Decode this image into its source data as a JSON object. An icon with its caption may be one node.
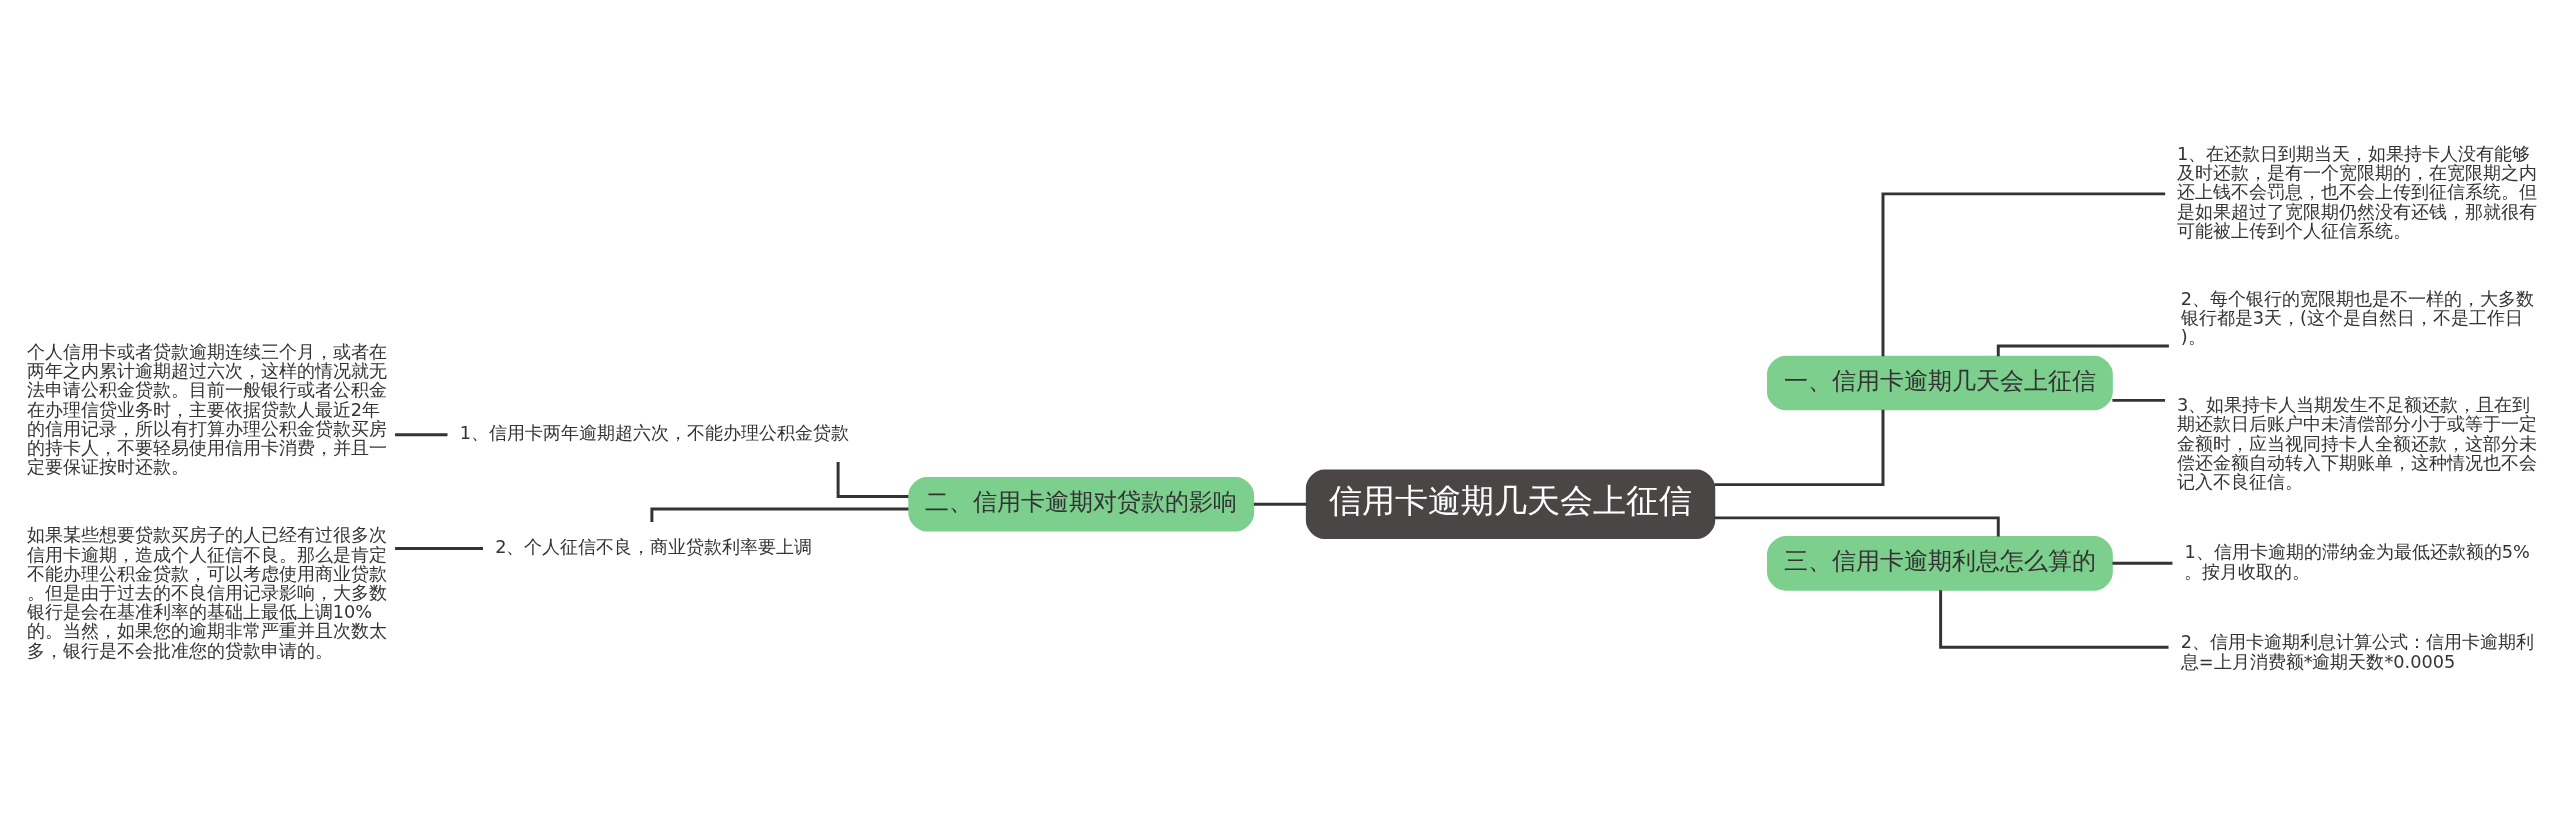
{
  "diagram": {
    "nodes": [
      {
        "text": [
          "信用卡逾期几天会上征信"
        ]
      },
      {
        "text": [
          "一、信用卡逾期几天会上征信"
        ]
      },
      {
        "text": [
          "1、在还款日到期当天，如果持卡人没有能够及时还款，是有一个宽限期的，在宽限期之内还上钱不会罚息，也不会上传到征信系统。但是如果超过了宽限期仍然没有还钱，那就很有可能被上传到个人征信系统。"
        ]
      },
      {
        "text": [
          "2、每个银行的宽限期也是不一样的，大多数银行都是3天，(这个是自然日，不是工作日)。"
        ]
      },
      {
        "text": [
          "3、如果持卡人当期发生不足额还款，且在到期还款日后账户中未清偿部分小于或等于一定金额时，应当视同持卡人全额还款，这部分未偿还金额自动转入下期账单，这种情况也不会记入不良征信。"
        ]
      },
      {
        "text": [
          "三、信用卡逾期利息怎么算的"
        ]
      },
      {
        "text": [
          "1、信用卡逾期的滞纳金为最低还款额的5%。按月收取的。"
        ]
      },
      {
        "text": [
          "2、信用卡逾期利息计算公式：信用卡逾期利息=上月消费额*逾期天数*0.0005"
        ]
      },
      {
        "text": [
          "二、信用卡逾期对贷款的影响"
        ]
      },
      {
        "text": [
          "1、信用卡两年逾期超六次，不能办理公积金贷款"
        ]
      },
      {
        "text": [
          "个人信用卡或者贷款逾期连续三个月，或者在两年之内累计逾期超过六次，这样的情况就无法申请公积金贷款。目前一般银行或者公积金在办理信贷业务时，主要依据贷款人最近2年的信用记录，所以有打算办理公积金贷款买房的持卡人，不要轻易使用信用卡消费，并且一定要保证按时还款。"
        ]
      },
      {
        "text": [
          "2、个人征信不良，商业贷款利率要上调"
        ]
      },
      {
        "text": [
          "如果某些想要贷款买房子的人已经有过很多次信用卡逾期，造成个人征信不良。那么是肯定不能办理公积金贷款，可以考虑使用商业贷款。但是由于过去的不良信用记录影响，大多数银行是会在基准利率的基础上最低上调10%的。当然，如果您的逾期非常严重并且次数太多，银行是不会批准您的贷款申请的。"
        ]
      }
    ],
    "edges": [
      {
        "from": 0,
        "to": 1,
        "arrow": "none"
      },
      {
        "from": 1,
        "to": 2,
        "arrow": "none"
      },
      {
        "from": 1,
        "to": 3,
        "arrow": "none"
      },
      {
        "from": 1,
        "to": 4,
        "arrow": "none"
      },
      {
        "from": 0,
        "to": 5,
        "arrow": "none"
      },
      {
        "from": 5,
        "to": 6,
        "arrow": "none"
      },
      {
        "from": 5,
        "to": 7,
        "arrow": "none"
      },
      {
        "from": 0,
        "to": 8,
        "arrow": "none"
      },
      {
        "from": 8,
        "to": 9,
        "arrow": "none"
      },
      {
        "from": 9,
        "to": 10,
        "arrow": "none"
      },
      {
        "from": 8,
        "to": 11,
        "arrow": "none"
      },
      {
        "from": 11,
        "to": 12,
        "arrow": "none"
      }
    ]
  }
}
